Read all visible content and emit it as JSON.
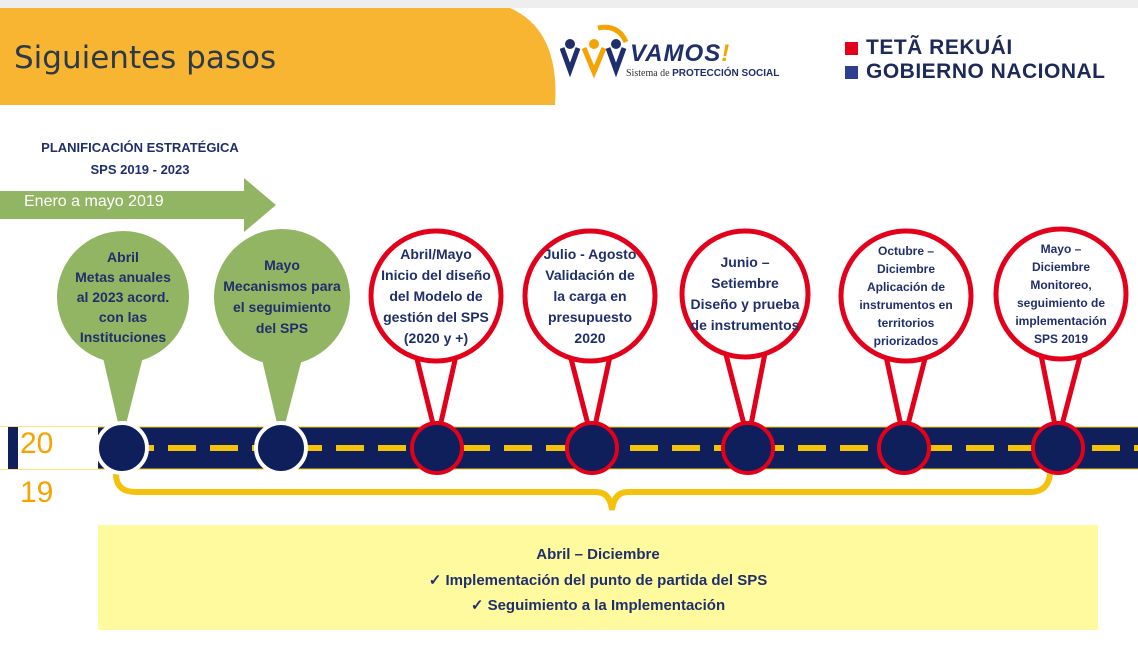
{
  "header": {
    "title": "Siguientes pasos",
    "logo_vamos": {
      "name": "VAMOS",
      "exclamation": "!",
      "subtitle_prefix": "Sistema de",
      "subtitle_bold": "PROTECCIÓN SOCIAL"
    },
    "government": {
      "line1": "TETÃ REKUÁI",
      "line2": "GOBIERNO NACIONAL"
    }
  },
  "plan": {
    "line1": "PLANIFICACIÓN ESTRATÉGICA",
    "line2": "SPS 2019 - 2023"
  },
  "arrow_label": "Enero a mayo 2019",
  "milestones": [
    {
      "style": "green",
      "lines": [
        "Abril",
        "Metas anuales",
        "al 2023 acord.",
        "con las",
        "Instituciones"
      ]
    },
    {
      "style": "green",
      "lines": [
        "Mayo",
        "Mecanismos para",
        "el seguimiento",
        "del SPS"
      ]
    },
    {
      "style": "red",
      "lines": [
        "Abril/Mayo",
        "Inicio del diseño",
        "del Modelo de",
        "gestión del SPS",
        "(2020 y +)"
      ]
    },
    {
      "style": "red",
      "lines": [
        "Julio - Agosto",
        "Validación de",
        "la carga en",
        "presupuesto",
        "2020"
      ]
    },
    {
      "style": "red",
      "lines": [
        "Junio –",
        "Setiembre",
        "Diseño y prueba",
        "de instrumentos"
      ]
    },
    {
      "style": "red",
      "lines": [
        "Octubre –",
        "Diciembre",
        "Aplicación de",
        "instrumentos en",
        "territorios",
        "priorizados"
      ]
    },
    {
      "style": "red",
      "lines": [
        "Mayo –",
        "Diciembre",
        "Monitoreo,",
        "seguimiento de",
        "implementación",
        "SPS 2019"
      ]
    }
  ],
  "year": {
    "line1": "20",
    "line2": "19"
  },
  "summary": {
    "title": "Abril – Diciembre",
    "items": [
      "✓  Implementación del punto de partida del SPS",
      "✓  Seguimiento a la Implementación"
    ]
  },
  "colors": {
    "orange": "#f7b531",
    "navy": "#0f1f5c",
    "green": "#92b563",
    "red": "#e3001b",
    "yellow_band": "#fffa9e",
    "dash": "#f4c20d"
  }
}
